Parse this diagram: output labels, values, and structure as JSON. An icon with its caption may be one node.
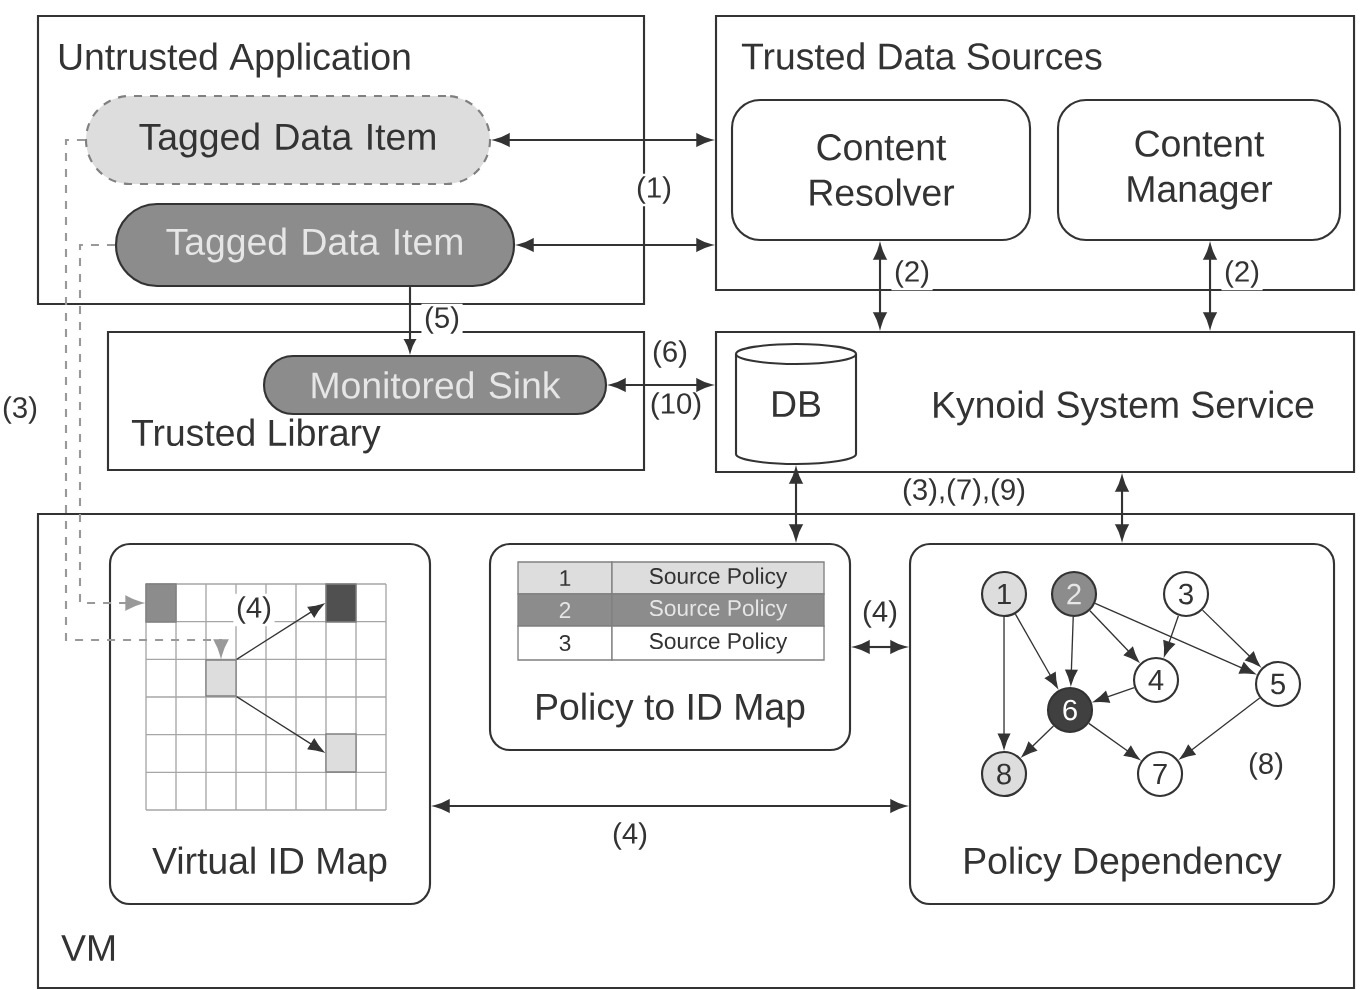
{
  "diagram": {
    "nodes": [
      {
        "text": [
          "Untrusted Application"
        ]
      },
      {
        "text": [
          "Tagged Data Item"
        ],
        "in": 0
      },
      {
        "text": [
          "Tagged Data Item"
        ],
        "in": 0
      },
      {
        "text": [
          "Trusted Data Sources"
        ]
      },
      {
        "text": [
          "Content Resolver"
        ],
        "in": 3
      },
      {
        "text": [
          "Content Manager"
        ],
        "in": 3
      },
      {
        "text": [
          "Trusted Library"
        ]
      },
      {
        "text": [
          "Monitored Sink"
        ],
        "in": 6
      },
      {
        "text": [
          "Kynoid System Service"
        ]
      },
      {
        "text": [
          "DB"
        ],
        "in": 8
      },
      {
        "text": [
          "VM"
        ]
      },
      {
        "text": [
          "Virtual ID Map"
        ],
        "in": 10
      },
      {
        "text": [
          "Policy to ID Map"
        ],
        "in": 10
      },
      {
        "text": [
          "Policy Dependency"
        ],
        "in": 10
      },
      {
        "text": [
          "1"
        ],
        "in": 13
      },
      {
        "text": [
          "2"
        ],
        "in": 13
      },
      {
        "text": [
          "3"
        ],
        "in": 13
      },
      {
        "text": [
          "4"
        ],
        "in": 13
      },
      {
        "text": [
          "5"
        ],
        "in": 13
      },
      {
        "text": [
          "6"
        ],
        "in": 13
      },
      {
        "text": [
          "7"
        ],
        "in": 13
      },
      {
        "text": [
          "8"
        ],
        "in": 13
      },
      {
        "text": [],
        "shape": "box",
        "in": 11
      },
      {
        "text": [],
        "shape": "box",
        "in": 11
      },
      {
        "text": [],
        "shape": "box",
        "in": 11
      },
      {
        "text": [],
        "shape": "box",
        "in": 11
      }
    ],
    "edges": [
      {
        "from": 1,
        "to": 3,
        "arrow": "both",
        "label": "(1)"
      },
      {
        "from": 2,
        "to": 3,
        "arrow": "both"
      },
      {
        "from": 2,
        "to": 7,
        "arrow": "to",
        "label": "(5)"
      },
      {
        "from": 7,
        "to": 8,
        "arrow": "both",
        "label": "(6)"
      },
      {
        "from": 4,
        "to": 8,
        "arrow": "both",
        "label": "(2)"
      },
      {
        "from": 5,
        "to": 8,
        "arrow": "both",
        "label": "(2)"
      },
      {
        "from": 9,
        "to": 12,
        "arrow": "both"
      },
      {
        "from": 8,
        "to": 13,
        "arrow": "both",
        "label": "(3),(7),(9)"
      },
      {
        "from": 12,
        "to": 13,
        "arrow": "both",
        "label": "(4)"
      },
      {
        "from": 11,
        "to": 13,
        "arrow": "both",
        "label": "(4)"
      },
      {
        "from": 1,
        "to": 24,
        "arrow": "to",
        "label": "(3)",
        "style": "dashed",
        "color": "#999999"
      },
      {
        "from": 2,
        "to": 22,
        "arrow": "to",
        "style": "dashed",
        "color": "#999999"
      },
      {
        "from": 24,
        "to": 23,
        "arrow": "to",
        "label": "(4)"
      },
      {
        "from": 24,
        "to": 25,
        "arrow": "to"
      },
      {
        "from": 14,
        "to": 21,
        "arrow": "to"
      },
      {
        "from": 14,
        "to": 19,
        "arrow": "to"
      },
      {
        "from": 15,
        "to": 19,
        "arrow": "to"
      },
      {
        "from": 15,
        "to": 17,
        "arrow": "to"
      },
      {
        "from": 15,
        "to": 18,
        "arrow": "to"
      },
      {
        "from": 16,
        "to": 17,
        "arrow": "to"
      },
      {
        "from": 16,
        "to": 18,
        "arrow": "to"
      },
      {
        "from": 17,
        "to": 19,
        "arrow": "to"
      },
      {
        "from": 19,
        "to": 21,
        "arrow": "to"
      },
      {
        "from": 19,
        "to": 20,
        "arrow": "to"
      },
      {
        "from": 18,
        "to": 20,
        "arrow": "to"
      }
    ],
    "labels": [
      "(10)",
      "1",
      "Source Policy",
      "2",
      "Source Policy",
      "3",
      "Source Policy",
      "(8)"
    ]
  }
}
